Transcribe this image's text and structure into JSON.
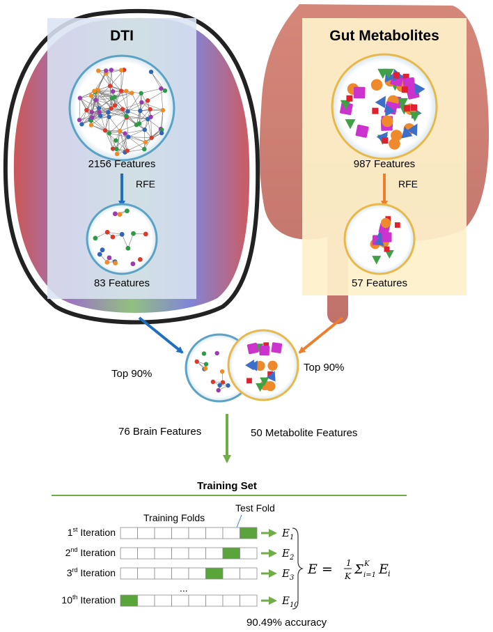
{
  "colors": {
    "dti_arrow": "#1f6fc0",
    "gut_arrow": "#ef7d2e",
    "green": "#70ad47",
    "fold_fill": "#5aa53a",
    "net_red": "#d93a2b",
    "net_green": "#2e9a48",
    "net_blue": "#2f66b5",
    "net_purple": "#9a3cb0",
    "net_orange": "#f08a24",
    "met_orange": "#ee8a2c",
    "met_magenta": "#cc33cc",
    "met_red": "#e0202e",
    "met_blue": "#3d6ec9",
    "met_green": "#3fa046"
  },
  "dti": {
    "title": "DTI",
    "features_all": "2156 Features",
    "rfe": "RFE",
    "features_selected": "83 Features"
  },
  "gut": {
    "title": "Gut Metabolites",
    "features_all": "987 Features",
    "rfe": "RFE",
    "features_selected": "57 Features"
  },
  "merge": {
    "left_label": "Top 90%",
    "right_label": "Top 90%",
    "brain_features": "76 Brain Features",
    "metabolite_features": "50 Metabolite Features"
  },
  "training": {
    "title": "Training Set",
    "training_folds": "Training Folds",
    "test_fold": "Test Fold",
    "iterations": [
      {
        "num": "1",
        "sup": "st",
        "rest": " Iteration",
        "err_base": "E",
        "err_sub": "1",
        "test_index": 7
      },
      {
        "num": "2",
        "sup": "nd",
        "rest": " Iteration",
        "err_base": "E",
        "err_sub": "2",
        "test_index": 6
      },
      {
        "num": "3",
        "sup": "rd",
        "rest": " Iteration",
        "err_base": "E",
        "err_sub": "3",
        "test_index": 5
      },
      {
        "num": "10",
        "sup": "th",
        "rest": " Iteration",
        "err_base": "E",
        "err_sub": "10",
        "test_index": 0
      }
    ],
    "ellipsis": "...",
    "fold_count": 8,
    "formula": "E = 1/K Σ_{i=1}^{K} E_i",
    "accuracy": "90.49% accuracy"
  }
}
